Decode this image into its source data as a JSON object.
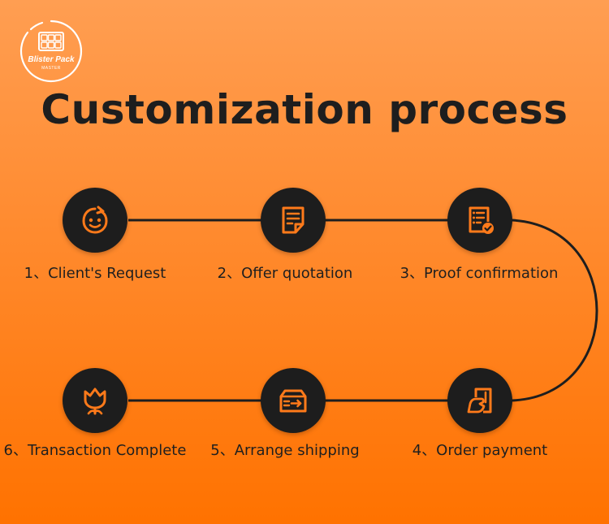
{
  "logo": {
    "name": "Blister Pack",
    "sub": "MASTER"
  },
  "title": "Customization process",
  "steps": [
    {
      "label": "1、Client's Request",
      "icon": "smiley-face-icon"
    },
    {
      "label": "2、Offer quotation",
      "icon": "document-icon"
    },
    {
      "label": "3、Proof confirmation",
      "icon": "checklist-icon"
    },
    {
      "label": "4、Order payment",
      "icon": "hand-payment-icon"
    },
    {
      "label": "5、Arrange shipping",
      "icon": "shipping-box-icon"
    },
    {
      "label": "6、Transaction Complete",
      "icon": "tulip-icon"
    }
  ],
  "colors": {
    "accent": "#ff7a1a",
    "node": "#1d1d1d",
    "line": "#1e1e1e"
  }
}
